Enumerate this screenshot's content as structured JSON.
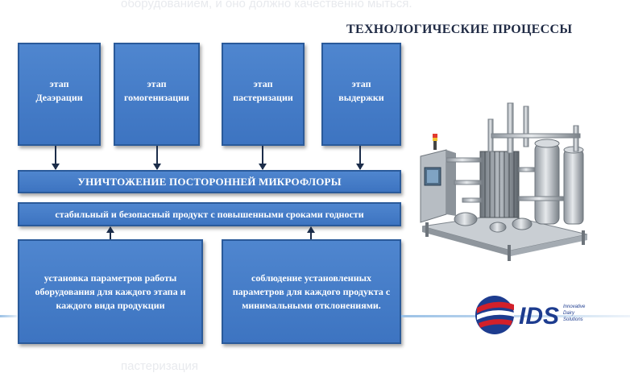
{
  "ghost": {
    "top_text": "оборудованием, и оно должно качественно мыться.",
    "bottom_text_1": "",
    "bottom_text_2": "пастеризация"
  },
  "title": "ТЕХНОЛОГИЧЕСКИЕ ПРОЦЕССЫ",
  "stages": [
    {
      "line1": "этап",
      "line2": "Деаэрации"
    },
    {
      "line1": "этап",
      "line2": "гомогенизации"
    },
    {
      "line1": "этап",
      "line2": "пастеризации"
    },
    {
      "line1": "этап",
      "line2": "выдержки"
    }
  ],
  "main_bar": "УНИЧТОЖЕНИЕ ПОСТОРОННЕЙ МИКРОФЛОРЫ",
  "result_bar": "стабильный и безопасный продукт с повышенными сроками годности",
  "bottom_left": "установка параметров работы оборудования для каждого этапа и каждого вида продукции",
  "bottom_right": "соблюдение установленных параметров для каждого продукта с минимальными отклонениями.",
  "logo": {
    "name": "IDS",
    "tagline_1": "Innovative",
    "tagline_2": "Dairy",
    "tagline_3": "Solutions"
  },
  "colors": {
    "box_fill": "#4a80cb",
    "box_border": "#2a5a9a",
    "title": "#1f2a44",
    "logo_blue": "#1d3c8f",
    "logo_red": "#d2202a"
  }
}
